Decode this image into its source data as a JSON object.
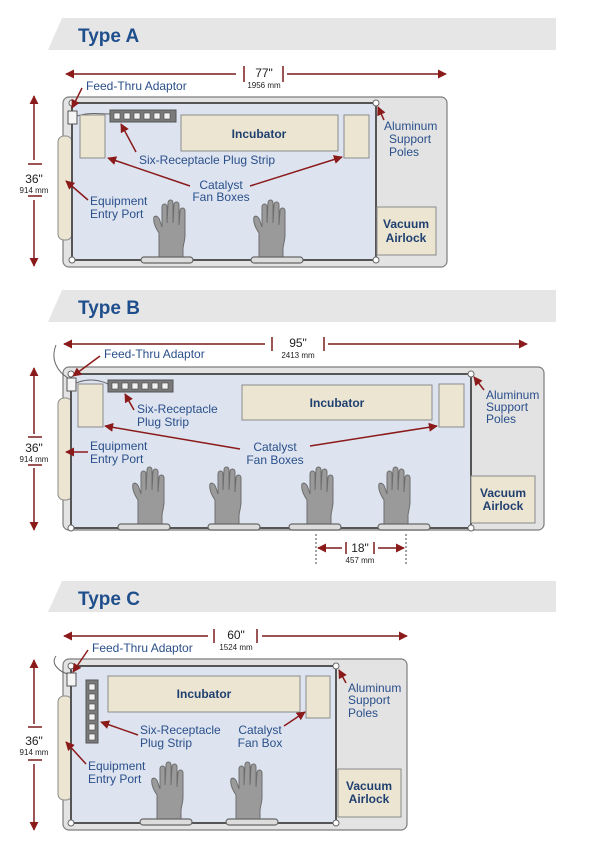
{
  "sections": [
    {
      "title": "Type A",
      "width_in": "77\"",
      "width_mm": "1956 mm",
      "depth_in": "36\"",
      "depth_mm": "914 mm",
      "labels": {
        "feed_thru": "Feed-Thru Adaptor",
        "plug_strip": "Six-Receptacle Plug Strip",
        "incubator": "Incubator",
        "aluminum_1": "Aluminum",
        "aluminum_2": "Support",
        "aluminum_3": "Poles",
        "catalyst_1": "Catalyst",
        "catalyst_2": "Fan Boxes",
        "equipment_1": "Equipment",
        "equipment_2": "Entry Port",
        "vacuum_1": "Vacuum",
        "vacuum_2": "Airlock"
      }
    },
    {
      "title": "Type B",
      "width_in": "95\"",
      "width_mm": "2413 mm",
      "depth_in": "36\"",
      "depth_mm": "914 mm",
      "spacing_in": "18\"",
      "spacing_mm": "457 mm",
      "labels": {
        "feed_thru": "Feed-Thru Adaptor",
        "plug_strip_1": "Six-Receptacle",
        "plug_strip_2": "Plug Strip",
        "incubator": "Incubator",
        "aluminum_1": "Aluminum",
        "aluminum_2": "Support",
        "aluminum_3": "Poles",
        "catalyst_1": "Catalyst",
        "catalyst_2": "Fan Boxes",
        "equipment_1": "Equipment",
        "equipment_2": "Entry Port",
        "vacuum_1": "Vacuum",
        "vacuum_2": "Airlock"
      }
    },
    {
      "title": "Type C",
      "width_in": "60\"",
      "width_mm": "1524 mm",
      "depth_in": "36\"",
      "depth_mm": "914 mm",
      "labels": {
        "feed_thru": "Feed-Thru Adaptor",
        "plug_strip_1": "Six-Receptacle",
        "plug_strip_2": "Plug Strip",
        "incubator": "Incubator",
        "aluminum_1": "Aluminum",
        "aluminum_2": "Support",
        "aluminum_3": "Poles",
        "catalyst_1": "Catalyst",
        "catalyst_2": "Fan Box",
        "equipment_1": "Equipment",
        "equipment_2": "Entry Port",
        "vacuum_1": "Vacuum",
        "vacuum_2": "Airlock"
      }
    }
  ],
  "colors": {
    "heading": "#1f4e8c",
    "label": "#2a4f8a",
    "arrow": "#8b1a1a",
    "chamber": "#dde4f0",
    "component": "#ece5d2",
    "header_bar": "#e6e6e6"
  },
  "icons": [
    "glove-icon",
    "plug-strip-icon",
    "support-pole-icon"
  ]
}
